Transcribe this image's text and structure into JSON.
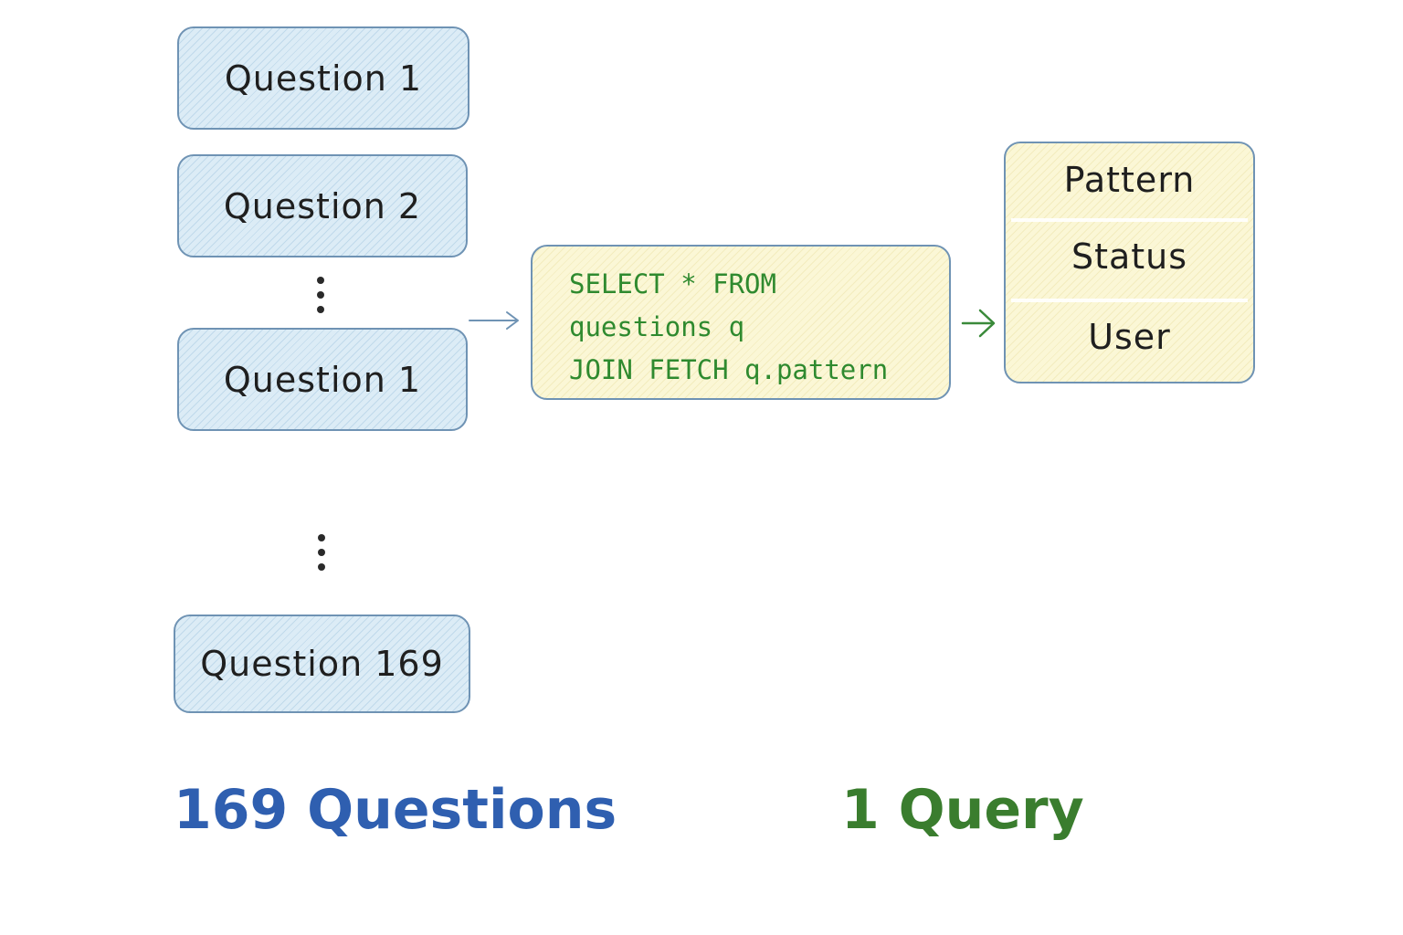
{
  "questions": {
    "q1": "Question 1",
    "q2": "Question 2",
    "q3": "Question 1",
    "q169": "Question 169"
  },
  "query": {
    "lines": [
      "SELECT * FROM",
      "questions q",
      "JOIN FETCH q.pattern"
    ]
  },
  "entities": [
    "Pattern",
    "Status",
    "User"
  ],
  "footer": {
    "questions_count": "169 Questions",
    "query_count": "1 Query"
  },
  "colors": {
    "question_fill": "#dcecf6",
    "query_fill": "#fbf7d6",
    "box_stroke": "#6f93b4",
    "sql_text": "#2f8a2f",
    "questions_label": "#2f5fb0",
    "query_label": "#3a7d2e"
  }
}
